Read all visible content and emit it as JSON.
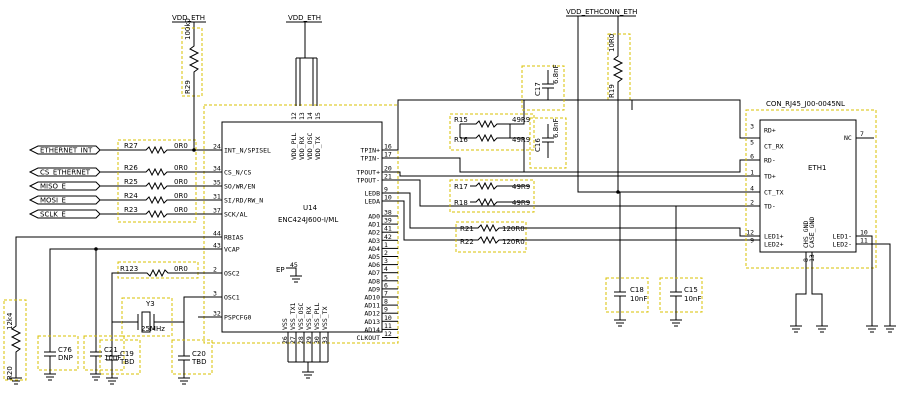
{
  "power_nets": {
    "vdd_eth_left": "VDD_ETH",
    "vdd_eth_top": "VDD_ETH",
    "vdd_ethconn": "VDD_ETHCONN_ETH"
  },
  "input_nets": [
    {
      "label": "ETHERNET_INT"
    },
    {
      "label": "CS_ETHERNET"
    },
    {
      "label": "MISO_E"
    },
    {
      "label": "MOSI_E"
    },
    {
      "label": "SCLK_E"
    }
  ],
  "resistors_in": [
    {
      "ref": "R27",
      "value": "0R0"
    },
    {
      "ref": "R26",
      "value": "0R0"
    },
    {
      "ref": "R25",
      "value": "0R0"
    },
    {
      "ref": "R24",
      "value": "0R0"
    },
    {
      "ref": "R23",
      "value": "0R0"
    }
  ],
  "r29": {
    "ref": "R29",
    "value": "100k0"
  },
  "r19": {
    "ref": "R19",
    "value": "10R0"
  },
  "r20": {
    "ref": "R20",
    "value": "12k4"
  },
  "r123": {
    "ref": "R123",
    "value": "0R0"
  },
  "crystal": {
    "ref": "Y3",
    "value": "25MHz"
  },
  "u14": {
    "ref": "U14",
    "part": "ENC424J600-I/ML",
    "ep": "EP",
    "left_pins": [
      {
        "name": "INT_N/SPISEL",
        "num": "24"
      },
      {
        "name": "CS_N/CS",
        "num": "34"
      },
      {
        "name": "SO/WR/EN",
        "num": "35"
      },
      {
        "name": "SI/RD/RW_N",
        "num": "31"
      },
      {
        "name": "SCK/AL",
        "num": "37"
      },
      {
        "name": "RBIAS",
        "num": "44"
      },
      {
        "name": "VCAP",
        "num": "43"
      },
      {
        "name": "OSC2",
        "num": "2"
      },
      {
        "name": "OSC1",
        "num": "3"
      },
      {
        "name": "PSPCFG0",
        "num": "32"
      }
    ],
    "right_pins": [
      {
        "name": "TPIN+",
        "num": "16"
      },
      {
        "name": "TPIN-",
        "num": "17"
      },
      {
        "name": "TPOUT+",
        "num": "20"
      },
      {
        "name": "TPOUT-",
        "num": "21"
      },
      {
        "name": "LEDB",
        "num": "9"
      },
      {
        "name": "LEDA",
        "num": "10"
      },
      {
        "name": "AD0",
        "num": "38"
      },
      {
        "name": "AD1",
        "num": "39"
      },
      {
        "name": "AD2",
        "num": "41"
      },
      {
        "name": "AD3",
        "num": "42"
      },
      {
        "name": "AD4",
        "num": "1"
      },
      {
        "name": "AD5",
        "num": "2"
      },
      {
        "name": "AD6",
        "num": "3"
      },
      {
        "name": "AD7",
        "num": "4"
      },
      {
        "name": "AD8",
        "num": "5"
      },
      {
        "name": "AD9",
        "num": "6"
      },
      {
        "name": "AD10",
        "num": "7"
      },
      {
        "name": "AD11",
        "num": "8"
      },
      {
        "name": "AD12",
        "num": "9"
      },
      {
        "name": "AD13",
        "num": "10"
      },
      {
        "name": "AD14",
        "num": "11"
      },
      {
        "name": "CLKOUT",
        "num": "12"
      }
    ],
    "top_pins": [
      {
        "name": "VDD_PLL",
        "num": "12"
      },
      {
        "name": "VDD_RX",
        "num": "13"
      },
      {
        "name": "VDD_OSC",
        "num": "14"
      },
      {
        "name": "VDD_TX",
        "num": "15"
      }
    ],
    "bottom_pins": [
      {
        "name": "VSS",
        "num": "26"
      },
      {
        "name": "VSS_TX1",
        "num": "27"
      },
      {
        "name": "VSS_OSC",
        "num": "28"
      },
      {
        "name": "VSS_RX",
        "num": "29"
      },
      {
        "name": "VSS_PLL",
        "num": "30"
      },
      {
        "name": "VSS_TX",
        "num": "33"
      }
    ],
    "ep_num": "45"
  },
  "right_resistors": [
    {
      "ref": "R15",
      "value": "49R9"
    },
    {
      "ref": "R16",
      "value": "49R9"
    },
    {
      "ref": "R17",
      "value": "49R9"
    },
    {
      "ref": "R18",
      "value": "49R9"
    },
    {
      "ref": "R21",
      "value": "120R0"
    },
    {
      "ref": "R22",
      "value": "120R0"
    }
  ],
  "caps_top": [
    {
      "ref": "C17",
      "value": "6.8nF"
    },
    {
      "ref": "C16",
      "value": "6.8nF"
    }
  ],
  "caps_bottom": [
    {
      "ref": "C76",
      "value": "DNP"
    },
    {
      "ref": "C21",
      "value": "10uF"
    },
    {
      "ref": "C19",
      "value": "TBD"
    },
    {
      "ref": "C20",
      "value": "TBD"
    },
    {
      "ref": "C18",
      "value": "10nF"
    },
    {
      "ref": "C15",
      "value": "10nF"
    }
  ],
  "connector": {
    "part": "CON_RJ45_J00-0045NL",
    "ref": "ETH1",
    "pins_left": [
      {
        "name": "RD+",
        "num": "3"
      },
      {
        "name": "CT_RX",
        "num": "5"
      },
      {
        "name": "RD-",
        "num": "6"
      },
      {
        "name": "TD+",
        "num": "1"
      },
      {
        "name": "CT_TX",
        "num": "4"
      },
      {
        "name": "TD-",
        "num": "2"
      },
      {
        "name": "LED1+",
        "num": "12"
      },
      {
        "name": "LED2+",
        "num": "9"
      }
    ],
    "nc": {
      "name": "NC",
      "num": "7"
    },
    "led_minus": [
      {
        "name": "LED1-",
        "num": "10"
      },
      {
        "name": "LED2-",
        "num": "11"
      }
    ],
    "gnd": [
      {
        "name": "CHS_GND",
        "num": "8"
      },
      {
        "name": "CASE_GND",
        "num": "13"
      }
    ]
  }
}
